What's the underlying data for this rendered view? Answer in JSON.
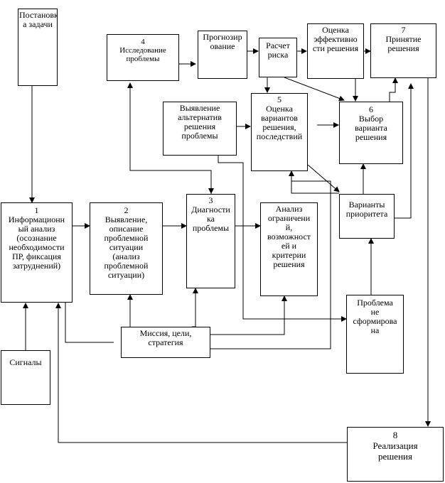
{
  "diagram": {
    "nodes": {
      "task": {
        "num": "",
        "text": "Постановк\nа задачи"
      },
      "research": {
        "num": "4",
        "text": "Исследование\nпроблемы"
      },
      "forecast": {
        "num": "",
        "text": "Прогнозир\nование"
      },
      "risk": {
        "num": "",
        "text": "Расчет\nриска"
      },
      "efficiency": {
        "num": "",
        "text": "Оценка\nэффективно\nсти решения"
      },
      "decision": {
        "num": "7",
        "text": "Принятие\nрешения"
      },
      "alternatives": {
        "num": "",
        "text": "Выявление\nальтернатив\nрешения\nпроблемы"
      },
      "evaluation": {
        "num": "5",
        "text": "Оценка\nвариантов\nрешения,\nпоследствий"
      },
      "choice": {
        "num": "6",
        "text": "Выбор\nварианта\nрешения"
      },
      "info": {
        "num": "1",
        "text": "Информационн\nый анализ\n(осознание\nнеобходимости\nПР, фиксация\nзатруднений)"
      },
      "situation": {
        "num": "2",
        "text": "Выявление,\nописание\nпроблемной\nситуации\n(анализ\nпроблемной\nситуации)"
      },
      "diagnostics": {
        "num": "3",
        "text": "Диагности\nка\nпроблемы"
      },
      "constraints": {
        "num": "",
        "text": "Анализ\nограничени\nй,\nвозможност\nей и\nкритерии\nрешения"
      },
      "priority": {
        "num": "",
        "text": "Варианты\nприоритета"
      },
      "unformed": {
        "num": "",
        "text": "Проблема\nне\nсформирова\nна"
      },
      "mission": {
        "num": "",
        "text": "Миссия, цели,\nстратегия"
      },
      "signals": {
        "num": "",
        "text": "Сигналы"
      },
      "implementation": {
        "num": "8",
        "text": "Реализация\nрешения"
      }
    }
  }
}
